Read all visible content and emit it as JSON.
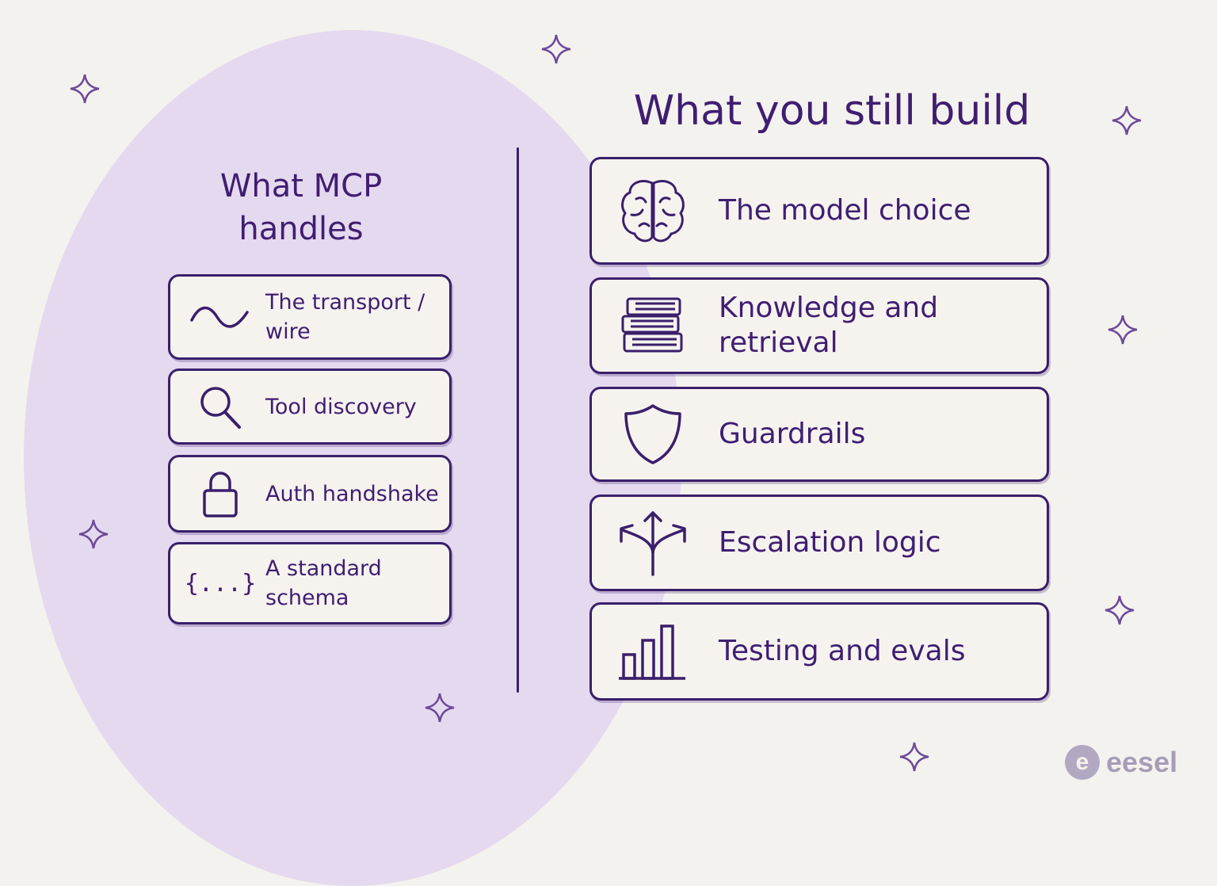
{
  "left": {
    "title": "What MCP handles",
    "items": [
      {
        "label": "The transport / wire",
        "icon": "wave-icon"
      },
      {
        "label": "Tool discovery",
        "icon": "magnifier-icon"
      },
      {
        "label": "Auth handshake",
        "icon": "padlock-icon"
      },
      {
        "label": "A standard schema",
        "icon": "braces-icon",
        "icon_text": "{...}"
      }
    ]
  },
  "right": {
    "title": "What you still build",
    "items": [
      {
        "label": "The model choice",
        "icon": "brain-icon"
      },
      {
        "label": "Knowledge and retrieval",
        "icon": "books-icon"
      },
      {
        "label": "Guardrails",
        "icon": "shield-icon"
      },
      {
        "label": "Escalation logic",
        "icon": "branching-arrows-icon"
      },
      {
        "label": "Testing and evals",
        "icon": "bar-chart-icon"
      }
    ]
  },
  "brand": {
    "mark": "e",
    "name": "eesel"
  },
  "colors": {
    "ink": "#3a1f6b",
    "blob": "#e5d9ef",
    "background": "#f4f2ee",
    "logo": "#a89cb8"
  }
}
